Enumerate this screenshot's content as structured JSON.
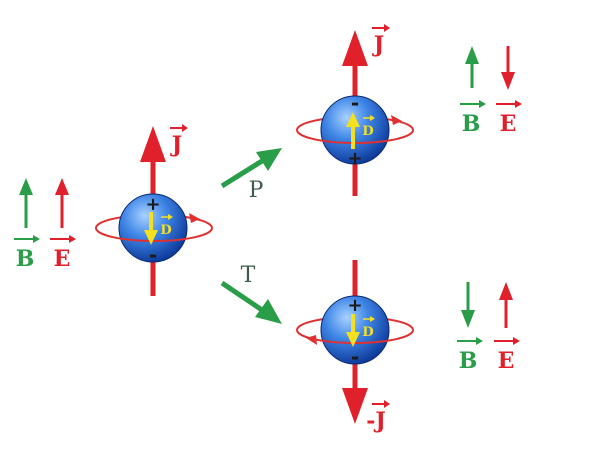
{
  "colors": {
    "red": "#e0202a",
    "green": "#2a9d48",
    "ring": "#e03030",
    "dipole": "#f5e020",
    "sphere_light": "#6fb0ff",
    "sphere_dark": "#0d3a9a",
    "text_dark": "#1a1a1a",
    "op_label": "#3d5a4a"
  },
  "labels": {
    "B": "B",
    "E": "E",
    "J": "J",
    "neg_J": "-J",
    "D": "D",
    "plus": "+",
    "minus": "-",
    "P": "P",
    "T": "T"
  },
  "states": [
    {
      "id": "original",
      "J": "up",
      "D": "down",
      "top_charge": "+",
      "bottom_charge": "-",
      "B": "up",
      "E": "up"
    },
    {
      "id": "parity",
      "operator": "P",
      "J": "up",
      "D": "up",
      "top_charge": "-",
      "bottom_charge": "+",
      "B": "up",
      "E": "down"
    },
    {
      "id": "time_reversal",
      "operator": "T",
      "J": "down",
      "D": "down",
      "top_charge": "+",
      "bottom_charge": "-",
      "B": "down",
      "E": "up"
    }
  ]
}
